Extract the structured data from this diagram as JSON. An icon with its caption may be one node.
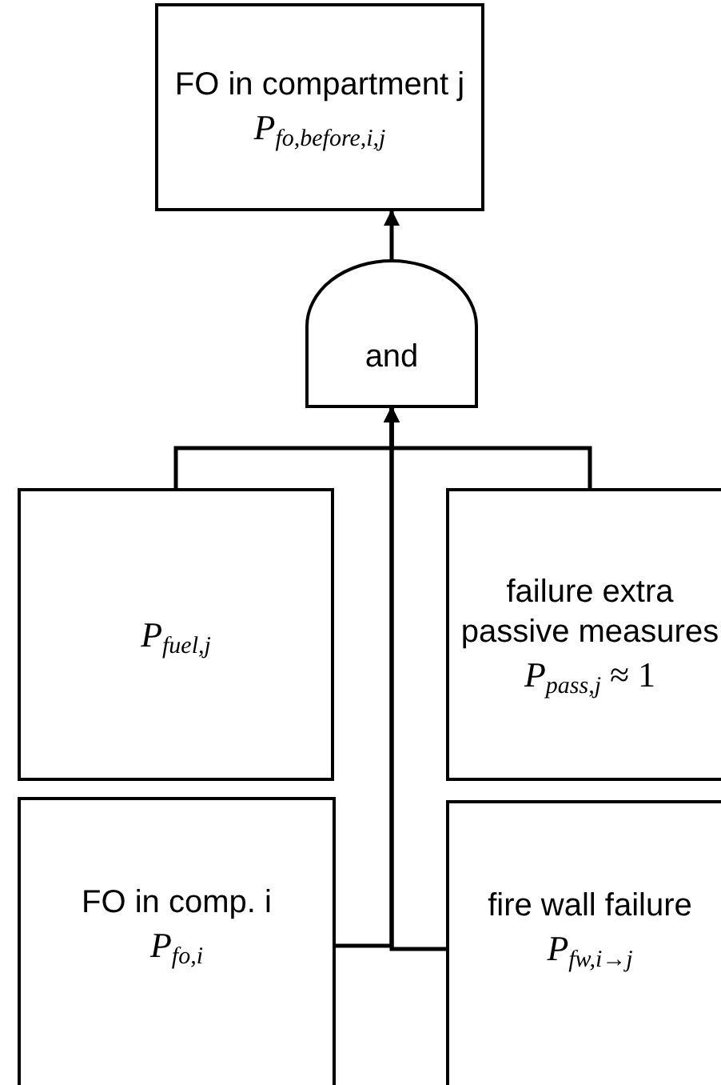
{
  "diagram": {
    "nodes": [
      {
        "text": [
          "FO in compartment j",
          "*P*$_{fo,before,i,j}$"
        ]
      },
      {
        "text": [
          "and"
        ]
      },
      {
        "text": [
          "*P*$_{fuel,j}$"
        ]
      },
      {
        "text": [
          "failure extra passive measures",
          "*P*$_{pass,j}$ ≈ 1"
        ]
      },
      {
        "text": [
          "FO in comp. i",
          "*P*$_{fo,i}$"
        ]
      },
      {
        "text": [
          "fire wall failure",
          "*P*$_{fw,i→j}$"
        ]
      }
    ],
    "edges": [
      {
        "from": 1,
        "to": 0,
        "arrow": "to"
      },
      {
        "from": 2,
        "to": 1,
        "arrow": "to"
      },
      {
        "from": 3,
        "to": 1,
        "arrow": "to"
      },
      {
        "from": 4,
        "to": 1,
        "arrow": "to"
      },
      {
        "from": 5,
        "to": 1,
        "arrow": "to"
      }
    ]
  }
}
